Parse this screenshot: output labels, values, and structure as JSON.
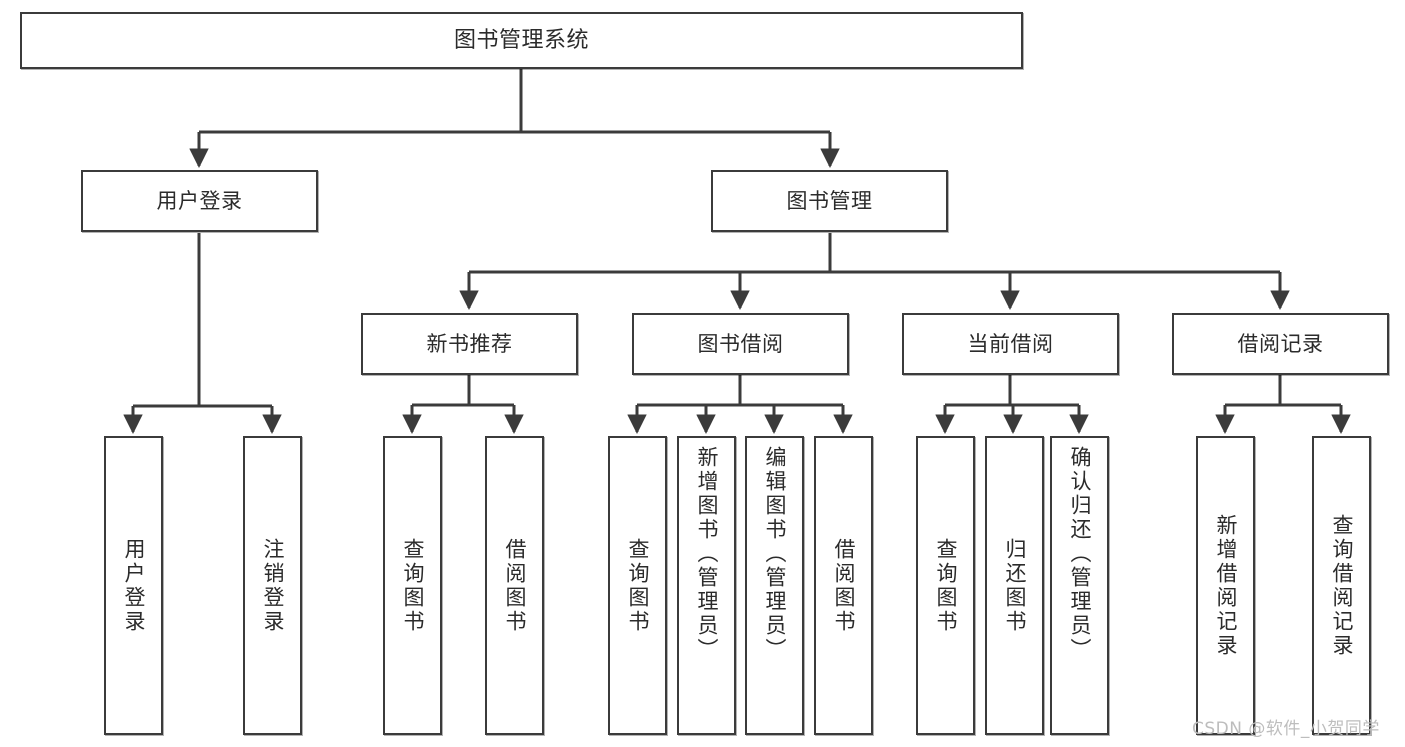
{
  "diagram": {
    "title": "图书管理系统",
    "type": "tree",
    "watermark": "CSDN @软件_小贺同学",
    "colors": {
      "stroke": "#3b3b3b",
      "fill": "#ffffff",
      "text": "#2b2b2b",
      "watermark": "#bdbdbd"
    },
    "levels": {
      "root": {
        "label": "图书管理系统"
      },
      "level1": [
        {
          "label": "用户登录"
        },
        {
          "label": "图书管理"
        }
      ],
      "level2": [
        {
          "label": "新书推荐"
        },
        {
          "label": "图书借阅"
        },
        {
          "label": "当前借阅"
        },
        {
          "label": "借阅记录"
        }
      ],
      "leaves": {
        "user_login": [
          {
            "label": "用户登录"
          },
          {
            "label": "注销登录"
          }
        ],
        "new_book": [
          {
            "label": "查询图书"
          },
          {
            "label": "借阅图书"
          }
        ],
        "book_borrow": [
          {
            "label": "查询图书"
          },
          {
            "label": "新增图书（管理员）"
          },
          {
            "label": "编辑图书（管理员）"
          },
          {
            "label": "借阅图书"
          }
        ],
        "current_borrow": [
          {
            "label": "查询图书"
          },
          {
            "label": "归还图书"
          },
          {
            "label": "确认归还（管理员）"
          }
        ],
        "borrow_record": [
          {
            "label": "新增借阅记录"
          },
          {
            "label": "查询借阅记录"
          }
        ]
      }
    }
  }
}
